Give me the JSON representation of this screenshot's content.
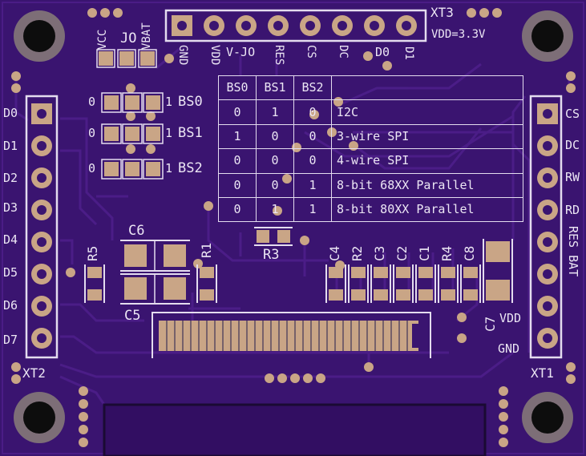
{
  "connectors": {
    "xt1": "XT1",
    "xt2": "XT2",
    "xt3": "XT3"
  },
  "supply_note": "VDD=3.3V",
  "top_header_pins": [
    "GND",
    "VDD",
    "V-JO",
    "RES",
    "CS",
    "DC",
    "D0",
    "D1"
  ],
  "left_header_pins": [
    "D0",
    "D1",
    "D2",
    "D3",
    "D4",
    "D5",
    "D6",
    "D7"
  ],
  "right_header_pins": [
    "CS",
    "DC",
    "RW",
    "RD",
    "RES",
    "BAT",
    "VDD",
    "GND"
  ],
  "right_vertical_label": "RES BAT",
  "jumper_block": {
    "power_labels": [
      "VCC",
      "JO",
      "VBAT"
    ],
    "bus_select": [
      {
        "name": "BS0",
        "low": "0",
        "high": "1"
      },
      {
        "name": "BS1",
        "low": "0",
        "high": "1"
      },
      {
        "name": "BS2",
        "low": "0",
        "high": "1"
      }
    ]
  },
  "mode_table": {
    "headers": [
      "BS0",
      "BS1",
      "BS2",
      ""
    ],
    "rows": [
      [
        "0",
        "1",
        "0",
        "I2C"
      ],
      [
        "1",
        "0",
        "0",
        "3-wire SPI"
      ],
      [
        "0",
        "0",
        "0",
        "4-wire SPI"
      ],
      [
        "0",
        "0",
        "1",
        "8-bit 68XX Parallel"
      ],
      [
        "0",
        "1",
        "1",
        "8-bit 80XX Parallel"
      ]
    ]
  },
  "components": {
    "c6": "C6",
    "c5": "C5",
    "r5": "R5",
    "r1": "R1",
    "r3": "R3",
    "c4": "C4",
    "r2": "R2",
    "c3": "C3",
    "c2": "C2",
    "c1": "C1",
    "r4": "R4",
    "c8": "C8",
    "c7": "C7"
  },
  "colors": {
    "board": "#3a1470",
    "trace": "#4d1f8a",
    "copper": "#c9a586",
    "silkscreen": "#e9e4f2"
  }
}
